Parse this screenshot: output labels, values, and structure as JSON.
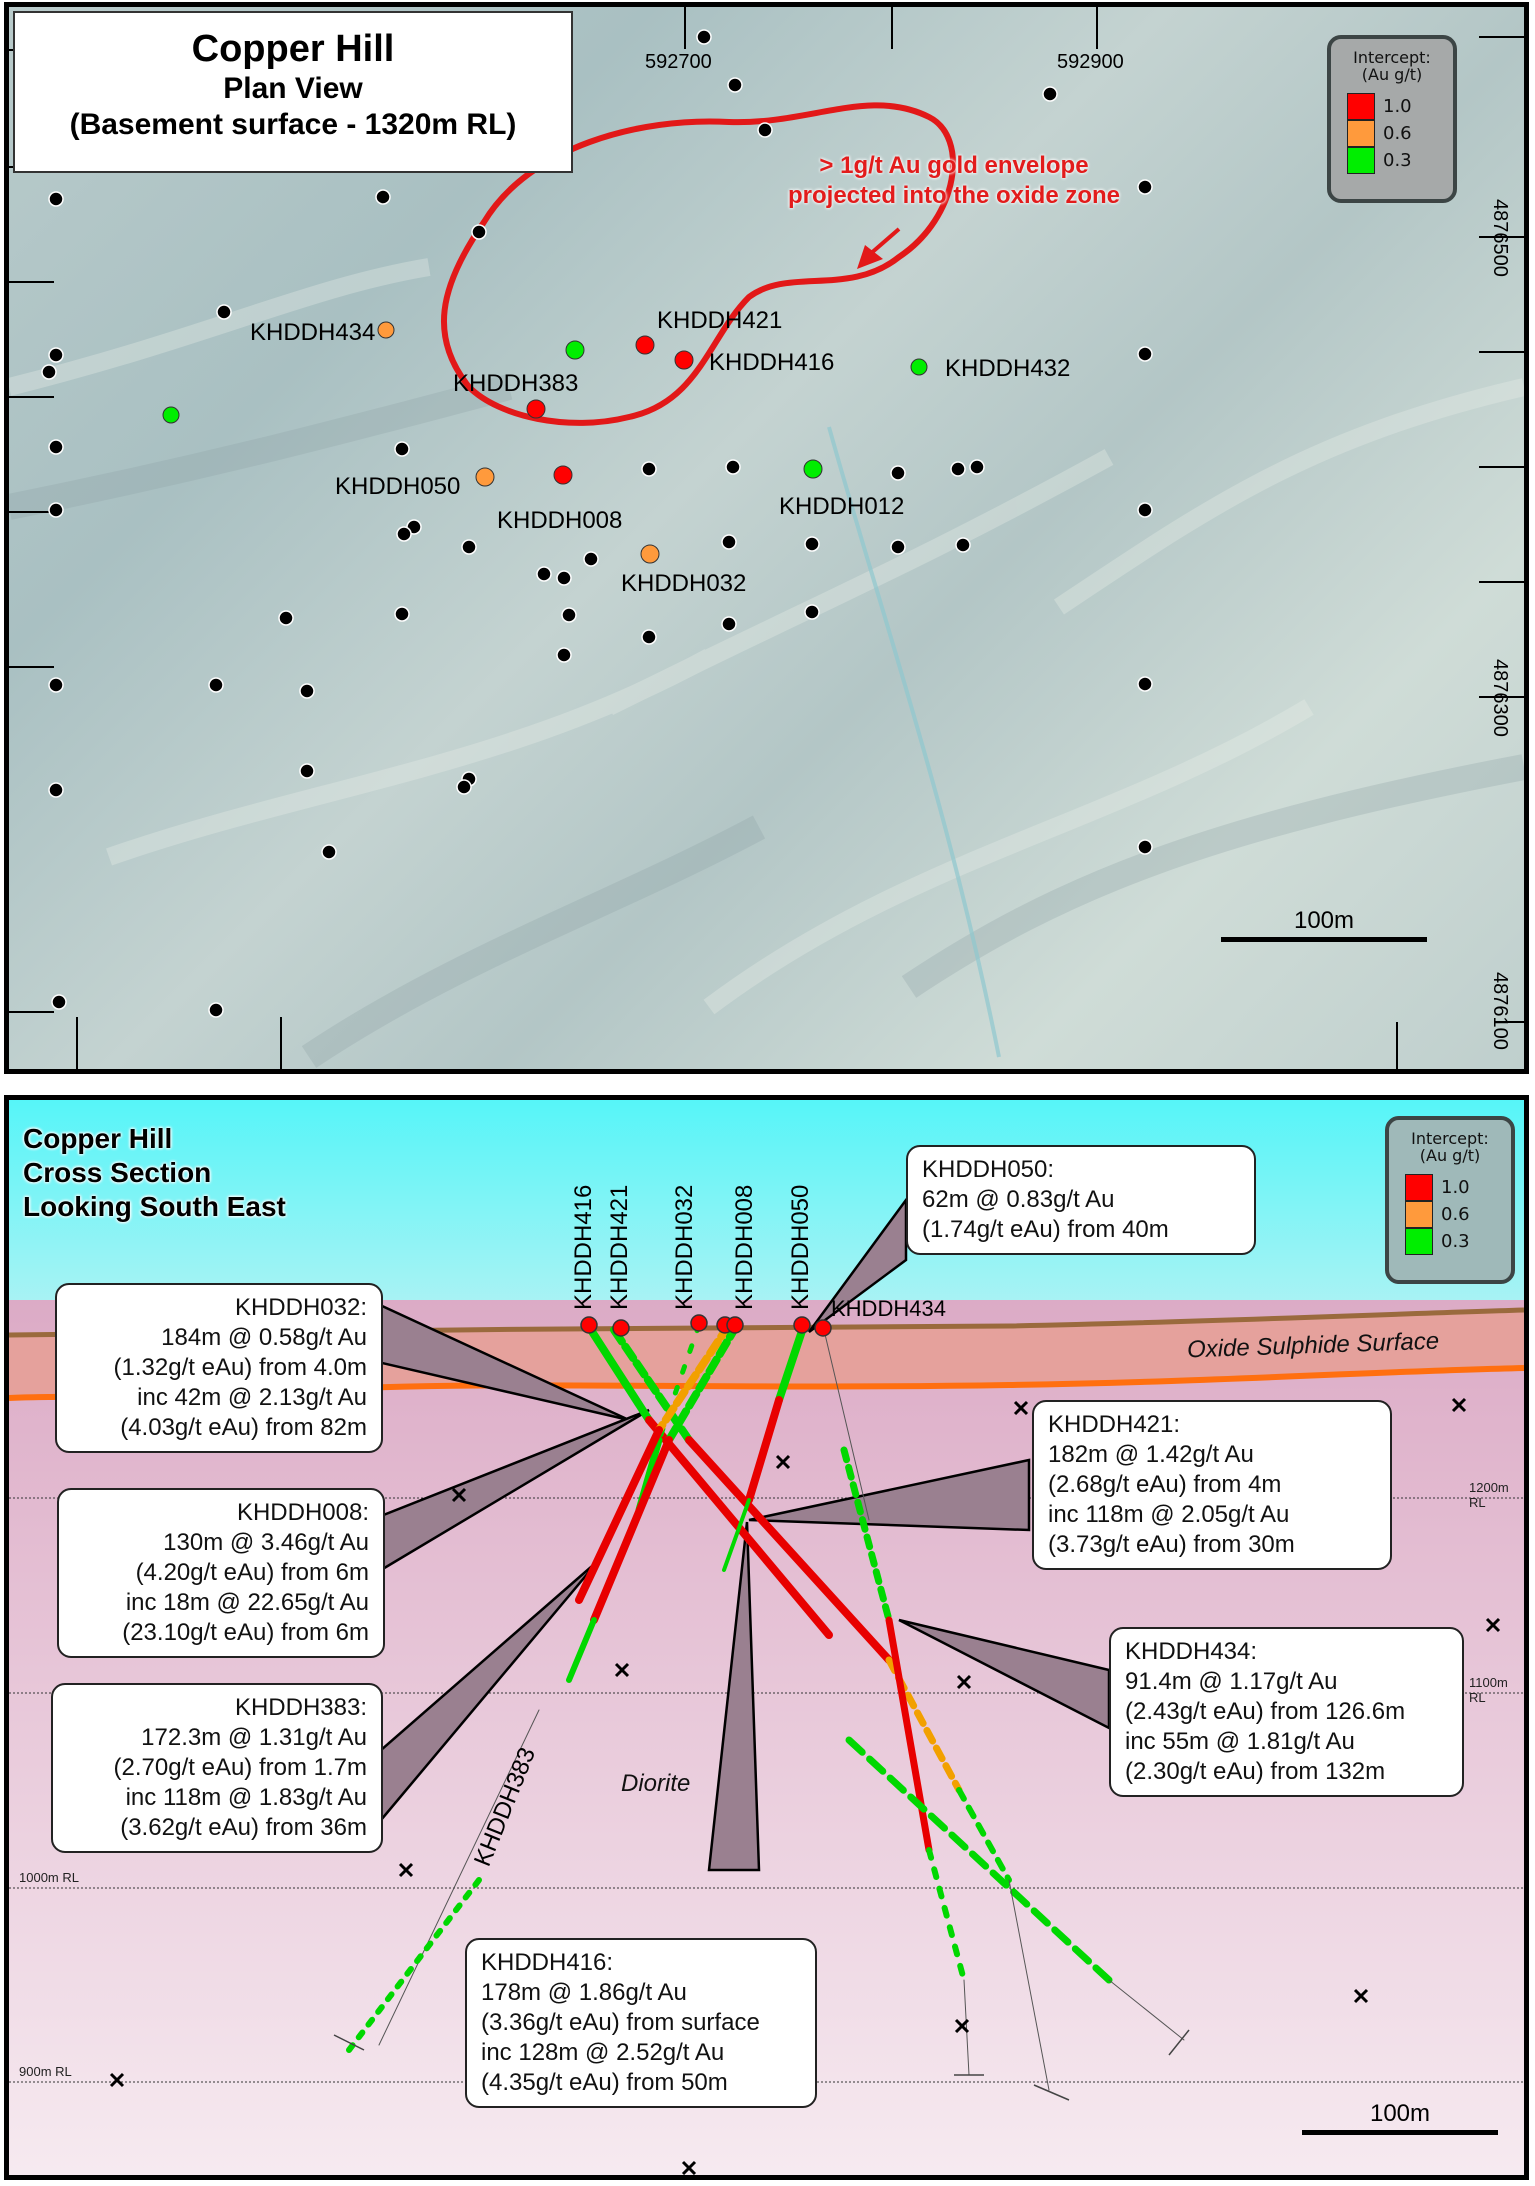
{
  "plan_view": {
    "title": "Copper Hill",
    "subtitle": "Plan View",
    "subtitle2": "(Basement surface - 1320m RL)",
    "easting_labels": [
      "592700",
      "592900"
    ],
    "northing_labels": [
      "4876500",
      "4876300",
      "4876100"
    ],
    "annotation_line1": "> 1g/t Au gold envelope",
    "annotation_line2": "projected into the oxide zone",
    "scale_bar": "100m",
    "legend": {
      "title": "Intercept:",
      "unit": "(Au g/t)",
      "items": [
        {
          "value": "1.0",
          "color": "#ff0000"
        },
        {
          "value": "0.6",
          "color": "#ff9a3c"
        },
        {
          "value": "0.3",
          "color": "#00ee00"
        }
      ]
    },
    "drillholes": [
      {
        "id": "KHDDH434",
        "grade_color": "#ff9a3c"
      },
      {
        "id": "KHDDH421",
        "grade_color": "#ff0000"
      },
      {
        "id": "KHDDH416",
        "grade_color": "#ff0000"
      },
      {
        "id": "KHDDH432",
        "grade_color": "#00ee00"
      },
      {
        "id": "KHDDH383",
        "grade_color": "#ff0000"
      },
      {
        "id": "KHDDH050",
        "grade_color": "#ff9a3c"
      },
      {
        "id": "KHDDH008",
        "grade_color": "#ff0000"
      },
      {
        "id": "KHDDH012",
        "grade_color": "#00ee00"
      },
      {
        "id": "KHDDH032",
        "grade_color": "#ff9a3c"
      }
    ]
  },
  "cross_section": {
    "title_line1": "Copper Hill",
    "title_line2": "Cross Section",
    "title_line3": "Looking South East",
    "surface_label": "Oxide Sulphide Surface",
    "rock_label": "Diorite",
    "rl_labels": [
      "1200m RL",
      "1100m RL",
      "1000m RL",
      "900m RL"
    ],
    "scale_bar": "100m",
    "legend": {
      "title": "Intercept:",
      "unit": "(Au g/t)",
      "items": [
        {
          "value": "1.0",
          "color": "#ff0000"
        },
        {
          "value": "0.6",
          "color": "#ff9a3c"
        },
        {
          "value": "0.3",
          "color": "#00ee00"
        }
      ]
    },
    "collar_labels": [
      "KHDDH416",
      "KHDDH421",
      "KHDDH032",
      "KHDDH008",
      "KHDDH050",
      "KHDDH434"
    ],
    "hole_trace_label": "KHDDH383",
    "callouts": {
      "khddh032": [
        "KHDDH032:",
        "184m @ 0.58g/t Au",
        "(1.32g/t eAu) from 4.0m",
        "inc 42m @ 2.13g/t Au",
        "(4.03g/t eAu) from 82m"
      ],
      "khddh008": [
        "KHDDH008:",
        "130m @ 3.46g/t Au",
        "(4.20g/t eAu) from 6m",
        "inc 18m @ 22.65g/t Au",
        "(23.10g/t eAu) from 6m"
      ],
      "khddh383": [
        "KHDDH383:",
        "172.3m @ 1.31g/t Au",
        "(2.70g/t eAu) from 1.7m",
        "inc 118m @ 1.83g/t Au",
        "(3.62g/t eAu) from 36m"
      ],
      "khddh050": [
        "KHDDH050:",
        "62m @ 0.83g/t Au",
        "(1.74g/t eAu) from 40m"
      ],
      "khddh421": [
        "KHDDH421:",
        "182m @ 1.42g/t Au",
        "(2.68g/t eAu) from 4m",
        "inc 118m @ 2.05g/t Au",
        "(3.73g/t eAu) from 30m"
      ],
      "khddh434": [
        "KHDDH434:",
        "91.4m @ 1.17g/t Au",
        "(2.43g/t eAu) from 126.6m",
        "inc 55m @ 1.81g/t Au",
        "(2.30g/t eAu) from 132m"
      ],
      "khddh416": [
        "KHDDH416:",
        "178m @ 1.86g/t Au",
        "(3.36g/t eAu) from surface",
        "inc 128m @ 2.52g/t Au",
        "(4.35g/t eAu) from 50m"
      ]
    }
  }
}
